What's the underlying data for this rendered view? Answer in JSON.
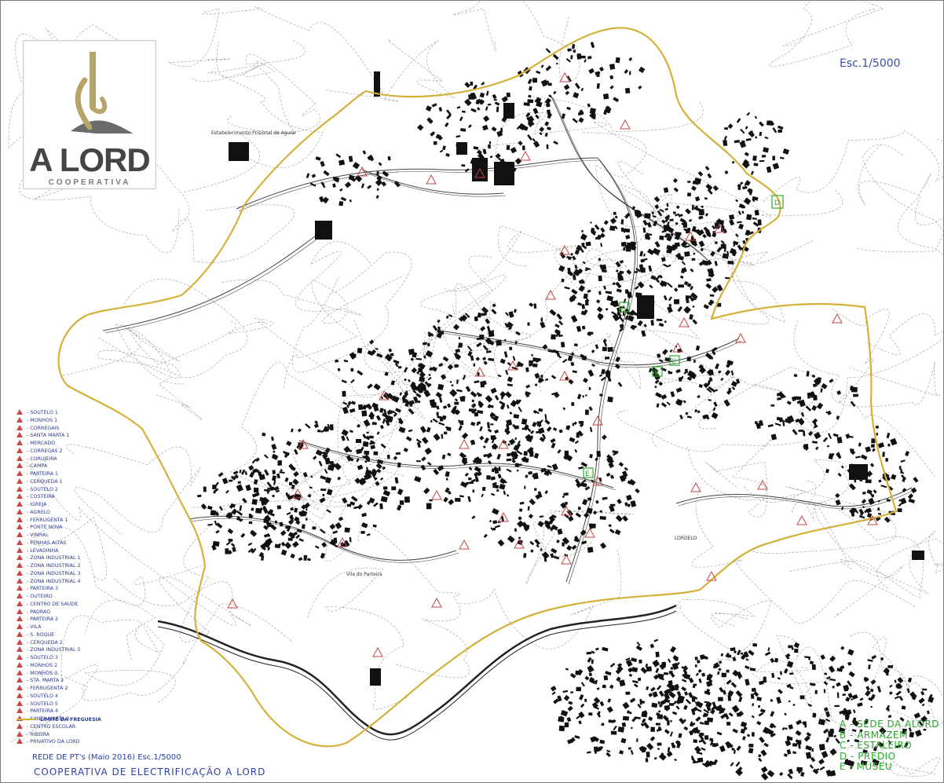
{
  "logo": {
    "brand": "A LORD",
    "subtitle": "COOPERATIVA"
  },
  "map": {
    "scale_label": "Esc.1/5000",
    "place_names": [
      "Estabelecimento Prisional de Aguiar",
      "LORDELO",
      "Vila do Parteira"
    ],
    "colors": {
      "boundary": "#d4b13a",
      "pt_marker": "#c44444",
      "legend_text": "#2b3b8f",
      "places_text": "#2ea62e",
      "buildings": "#111111"
    }
  },
  "legend": {
    "items": [
      "SOUTELO 1",
      "MONHOS 1",
      "CORREGAIS",
      "SANTA MARTA 1",
      "MERCADO",
      "CORREGAS 2",
      "CORUJEIRA",
      "CAMPA",
      "PARTEIRA 1",
      "CERQUEDA 1",
      "SOUTELO 2",
      "COSTEIRA",
      "IGREJA",
      "AGRELO",
      "FERRUGENTA 1",
      "PONTE NOVA",
      "VINHAL",
      "PENHAS ALTAS",
      "LEVADINHA",
      "ZONA INDUSTRIAL 1",
      "ZONA INDUSTRIAL 2",
      "ZONA INDUSTRIAL 3",
      "ZONA INDUSTRIAL 4",
      "PARTEIRA 3",
      "OUTEIRO",
      "CENTRO DE SAUDE",
      "PADRAO",
      "PARTEIRA 2",
      "VILA",
      "S. ROQUE",
      "CERQUEDA 2",
      "ZONA INDUSTRIAL 5",
      "SOUTELO 3",
      "MONHOS 2",
      "MONHOS 3",
      "STA. MARTA 2",
      "FERRUGENTA 2",
      "SOUTELO 4",
      "SOUTELO 5",
      "PARTEIRA 4",
      "SANTA MARTA 3",
      "CENTRO ESCOLAR",
      "RIBEIRA",
      "PRIVATIVO DA LORD"
    ],
    "boundary_label": "LIMITE DA FREGUESIA"
  },
  "footer": {
    "title_line": "REDE DE PT's  (Maio 2016)  Esc.1/5000",
    "org_line": "COOPERATIVA DE ELECTRIFICAÇÃO A LORD"
  },
  "places": [
    {
      "label": "A - SEDE DA ALORD"
    },
    {
      "label": "B - ARMAZEM"
    },
    {
      "label": "C - ESTALEIRO"
    },
    {
      "label": "D - PREDIO"
    },
    {
      "label": "E - MUSEU"
    }
  ],
  "site_markers": [
    "A",
    "B",
    "C",
    "D",
    "E"
  ]
}
